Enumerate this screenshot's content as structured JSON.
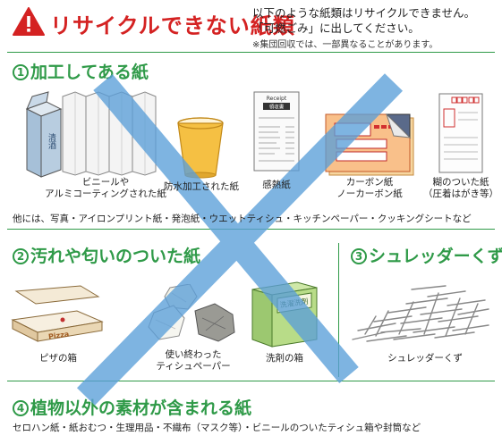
{
  "header": {
    "title": "リサイクルできない紙類",
    "desc_line1": "以下のような紙類はリサイクルできません。",
    "desc_line2": "「可燃ごみ」に出してください。",
    "note": "※集団回収では、一部異なることがあります。"
  },
  "section1": {
    "num": "1",
    "title": "加工してある紙",
    "items": [
      {
        "caption_line1": "ビニールや",
        "caption_line2": "アルミコーティングされた紙"
      },
      {
        "caption_line1": "防水加工された紙",
        "caption_line2": ""
      },
      {
        "caption_line1": "感熱紙",
        "caption_line2": ""
      },
      {
        "caption_line1": "カーボン紙",
        "caption_line2": "ノーカーボン紙"
      },
      {
        "caption_line1": "糊のついた紙",
        "caption_line2": "（圧着はがき等）"
      }
    ],
    "note": "他には、写真・アイロンプリント紙・発泡紙・ウエットティシュ・キッチンペーパー・クッキングシートなど"
  },
  "section2": {
    "num": "2",
    "title": "汚れや匂いのついた紙",
    "items": [
      {
        "caption_line1": "ピザの箱",
        "caption_line2": ""
      },
      {
        "caption_line1": "使い終わった",
        "caption_line2": "ティシュペーパー"
      },
      {
        "caption_line1": "洗剤の箱",
        "caption_line2": ""
      }
    ]
  },
  "section3": {
    "num": "3",
    "title": "シュレッダーくず",
    "items": [
      {
        "caption_line1": "シュレッダーくず",
        "caption_line2": ""
      }
    ]
  },
  "section4": {
    "num": "4",
    "title": "植物以外の素材が含まれる紙",
    "note": "セロハン紙・紙おむつ・生理用品・不織布（マスク等）・ビニールのついたティシュ箱や封筒など"
  },
  "labels": {
    "carton_text": "清酒",
    "receipt_title": "Receipt",
    "receipt_header": "領収書",
    "pizza_text": "Pizza",
    "detergent_text": "洗濯洗剤"
  },
  "colors": {
    "accent_green": "#2f9a48",
    "warning_red": "#d42222",
    "x_blue": "#5b9fd9"
  }
}
